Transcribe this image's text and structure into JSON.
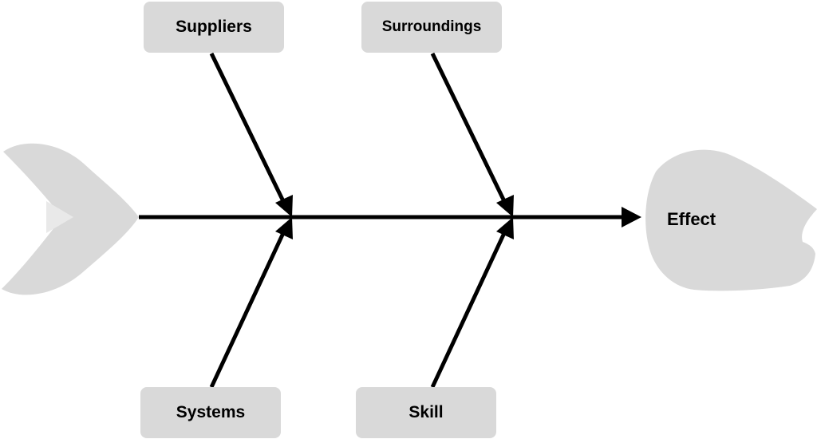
{
  "diagram": {
    "type": "fishbone",
    "effect": "Effect",
    "causes": {
      "top_left": "Suppliers",
      "top_right": "Surroundings",
      "bottom_left": "Systems",
      "bottom_right": "Skill"
    },
    "colors": {
      "shape_fill": "#d9d9d9",
      "shape_shade": "#e9e9e9",
      "line": "#000000"
    }
  }
}
